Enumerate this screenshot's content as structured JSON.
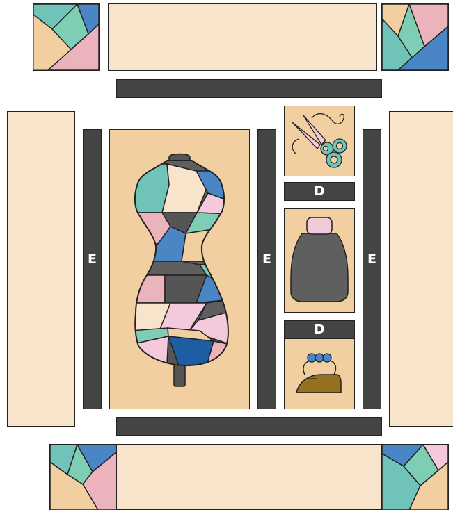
{
  "labels": {
    "sash_e_left": "E",
    "sash_e_middle": "E",
    "sash_e_right": "E",
    "sash_d_top": "D",
    "sash_d_bottom": "D"
  },
  "colors": {
    "cream": "#f7e4cb",
    "tan": "#f1cfa0",
    "dark_gray": "#444444",
    "teal": "#6fc3b8",
    "mint": "#7ecdb5",
    "blue": "#4a86c5",
    "pink": "#ebb4bc",
    "light_pink": "#f4c9dc",
    "peach": "#f1cfa0",
    "ink": "#222222",
    "gold": "#94701f"
  },
  "icons": {
    "dress_form": "dress-form-icon",
    "scissors": "scissors-icon",
    "spool": "thread-spool-icon",
    "iron": "iron-icon"
  }
}
